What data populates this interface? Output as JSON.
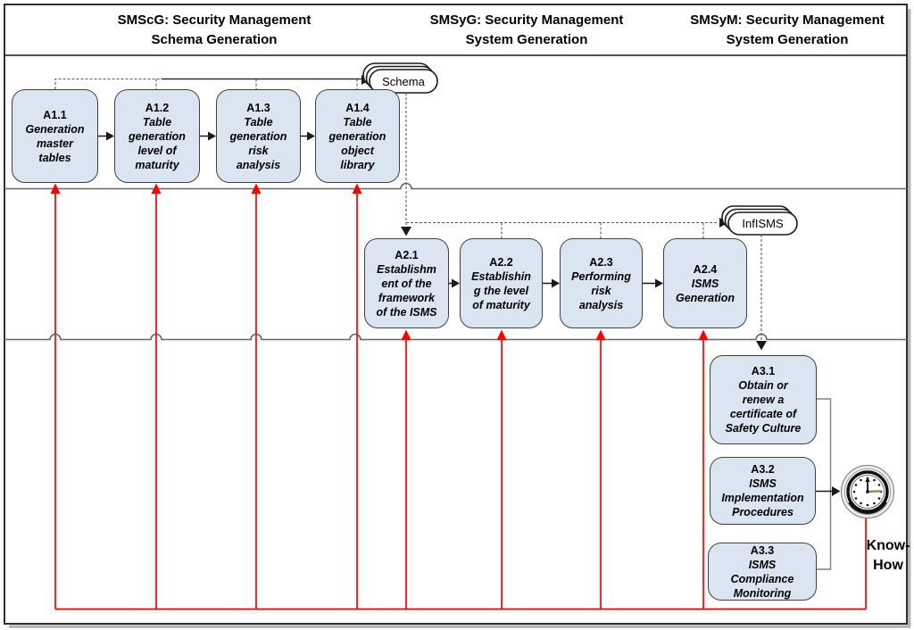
{
  "headers": [
    {
      "line1": "SMScG: Security Management",
      "line2": "Schema Generation"
    },
    {
      "line1": "SMSyG: Security Management",
      "line2": "System Generation"
    },
    {
      "line1": "SMSyM: Security Management",
      "line2": "System Generation"
    }
  ],
  "processes": {
    "a1_1": {
      "code": "A1.1",
      "label": "Generation\nmaster\ntables"
    },
    "a1_2": {
      "code": "A1.2",
      "label": "Table\ngeneration\nlevel of\nmaturity"
    },
    "a1_3": {
      "code": "A1.3",
      "label": "Table\ngeneration\nrisk\nanalysis"
    },
    "a1_4": {
      "code": "A1.4",
      "label": "Table\ngeneration\nobject\nlibrary"
    },
    "a2_1": {
      "code": "A2.1",
      "label": "Establishm\nent of the\nframework\nof the ISMS"
    },
    "a2_2": {
      "code": "A2.2",
      "label": "Establishin\ng the level\nof maturity"
    },
    "a2_3": {
      "code": "A2.3",
      "label": "Performing\nrisk\nanalysis"
    },
    "a2_4": {
      "code": "A2.4",
      "label": "ISMS\nGeneration"
    },
    "a3_1": {
      "code": "A3.1",
      "label": "Obtain or\nrenew a\ncertificate of\nSafety Culture"
    },
    "a3_2": {
      "code": "A3.2",
      "label": "ISMS\nImplementation\nProcedures"
    },
    "a3_3": {
      "code": "A3.3",
      "label": "ISMS\nCompliance\nMonitoring"
    }
  },
  "datastores": {
    "schema": "Schema",
    "infisms": "InfISMS"
  },
  "annotations": {
    "knowhow": "Know-\nHow"
  },
  "colors": {
    "process_fill": "#dbe5f1",
    "process_border": "#404040",
    "flow_red": "#ff0000",
    "dashed_line": "#595959",
    "divider_gray": "#666666",
    "connector_gray": "#808080",
    "clock_hand_green": "#76a33e"
  }
}
